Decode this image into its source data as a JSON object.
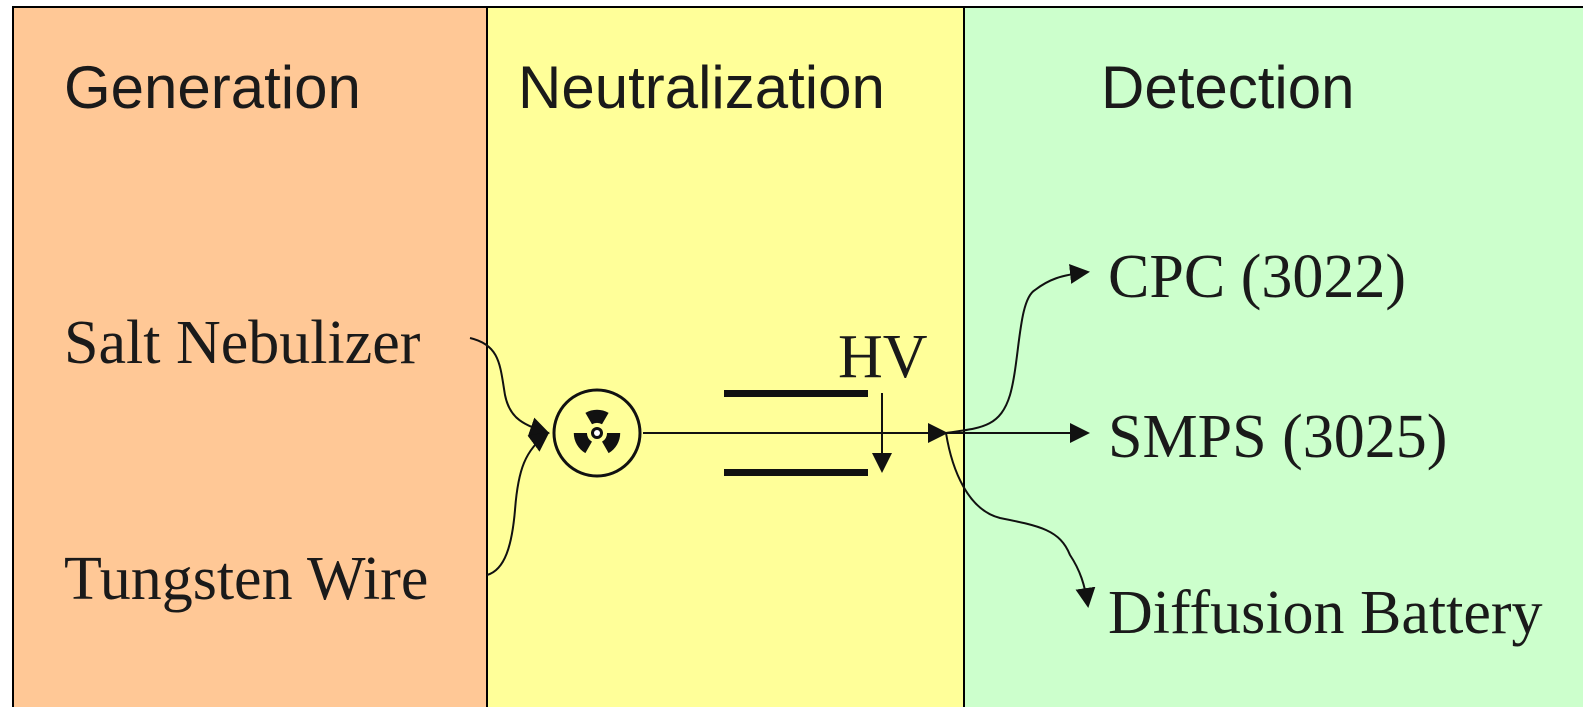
{
  "colors": {
    "generation": "#ffc896",
    "neutralization": "#ffff99",
    "detection": "#ccffcc",
    "stroke": "#111111"
  },
  "stages": {
    "generation": {
      "heading": "Generation",
      "sources": [
        "Salt Nebulizer",
        "Tungsten Wire"
      ]
    },
    "neutralization": {
      "heading": "Neutralization",
      "neutralizer_icon": "radiation-icon",
      "hv_label": "HV"
    },
    "detection": {
      "heading": "Detection",
      "instruments": [
        "CPC (3022)",
        "SMPS (3025)",
        "Diffusion Battery"
      ]
    }
  }
}
